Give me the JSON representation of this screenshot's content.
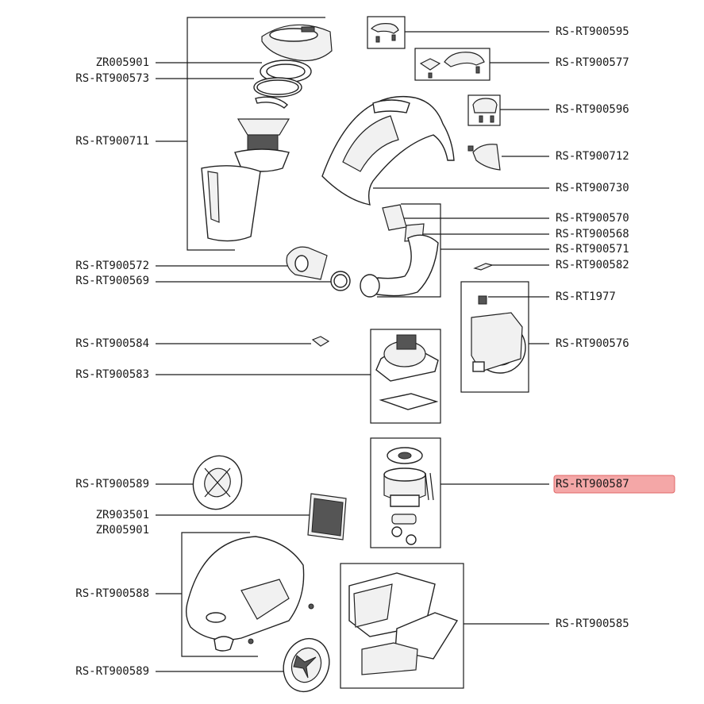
{
  "labels": {
    "rs_rt900595": "RS-RT900595",
    "rs_rt900577": "RS-RT900577",
    "rs_rt900596": "RS-RT900596",
    "rs_rt900712": "RS-RT900712",
    "rs_rt900730": "RS-RT900730",
    "rs_rt900570": "RS-RT900570",
    "rs_rt900568": "RS-RT900568",
    "rs_rt900571": "RS-RT900571",
    "rs_rt900582": "RS-RT900582",
    "rs_rt1977": "RS-RT1977",
    "rs_rt900576": "RS-RT900576",
    "zr005901_top": "ZR005901",
    "rs_rt900573": "RS-RT900573",
    "rs_rt900711": "RS-RT900711",
    "rs_rt900572": "RS-RT900572",
    "rs_rt900569": "RS-RT900569",
    "rs_rt900584": "RS-RT900584",
    "rs_rt900583": "RS-RT900583",
    "rs_rt900587": "RS-RT900587",
    "rs_rt900589_top": "RS-RT900589",
    "zr903501": "ZR903501",
    "zr005901_bottom": "ZR005901",
    "rs_rt900588": "RS-RT900588",
    "rs_rt900585": "RS-RT900585",
    "rs_rt900589_bottom": "RS-RT900589"
  },
  "highlighted_part": "RS-RT900587",
  "colors": {
    "highlight_fill": "#f4a7a7",
    "highlight_border": "#e06767",
    "line": "#1a1a1a"
  }
}
